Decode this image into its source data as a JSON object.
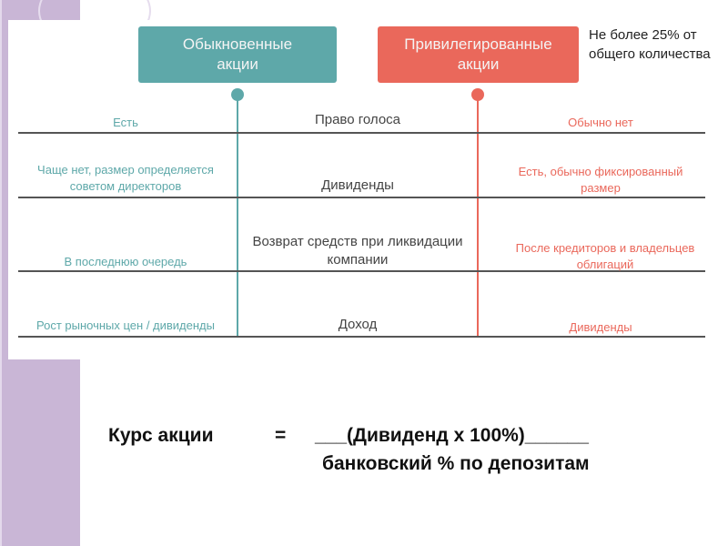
{
  "headers": {
    "common": "Обыкновенные акции",
    "preferred": "Привилегированные акции"
  },
  "note": "Не более 25% от общего количества",
  "rows": [
    {
      "criterion": "Право голоса",
      "common": "Есть",
      "preferred": "Обычно нет"
    },
    {
      "criterion": "Дивиденды",
      "common": "Чаще нет, размер определяется советом директоров",
      "preferred": "Есть, обычно фиксированный размер"
    },
    {
      "criterion": "Возврат средств при ликвидации компании",
      "common": "В последнюю очередь",
      "preferred": "После кредиторов и владельцев облигаций"
    },
    {
      "criterion": "Доход",
      "common": "Рост рыночных цен / дивиденды",
      "preferred": "Дивиденды"
    }
  ],
  "formula": {
    "left": "Курс акции",
    "equals": "=",
    "numerator": "___(Дивиденд х 100%)______",
    "denominator": "банковский % по депозитам"
  },
  "colors": {
    "common": "#5ea8a9",
    "preferred": "#ea685b"
  }
}
